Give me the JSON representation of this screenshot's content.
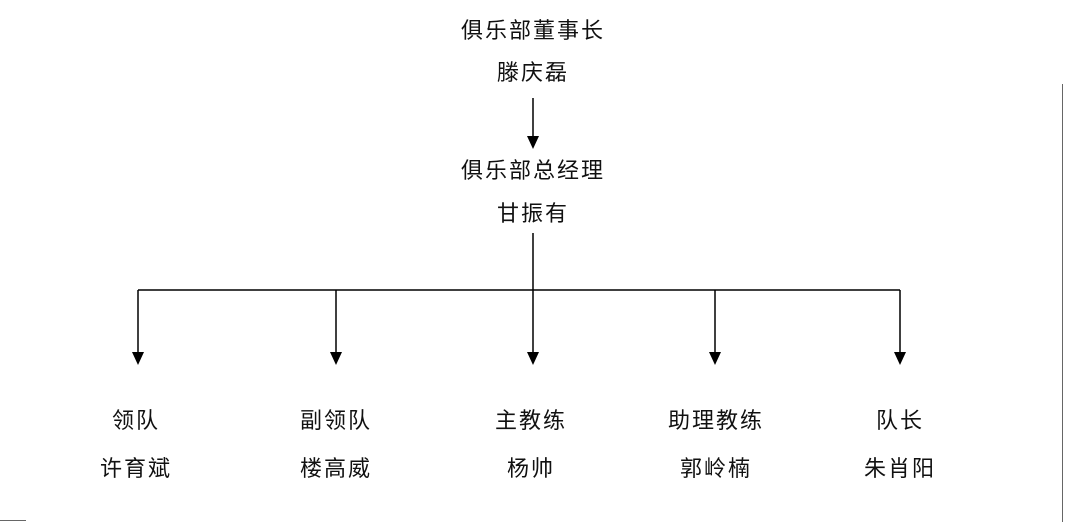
{
  "page": {
    "background": "#ffffff",
    "line_color": "#000000",
    "text_color": "#111111"
  },
  "org_chart": {
    "type": "organization-chart",
    "root": {
      "title": "俱乐部董事长",
      "name": "滕庆磊"
    },
    "manager": {
      "title": "俱乐部总经理",
      "name": "甘振有"
    },
    "positions": [
      {
        "title": "领队",
        "name": "许育斌"
      },
      {
        "title": "副领队",
        "name": "楼高威"
      },
      {
        "title": "主教练",
        "name": "杨帅"
      },
      {
        "title": "助理教练",
        "name": "郭岭楠"
      },
      {
        "title": "队长",
        "name": "朱肖阳"
      }
    ]
  }
}
